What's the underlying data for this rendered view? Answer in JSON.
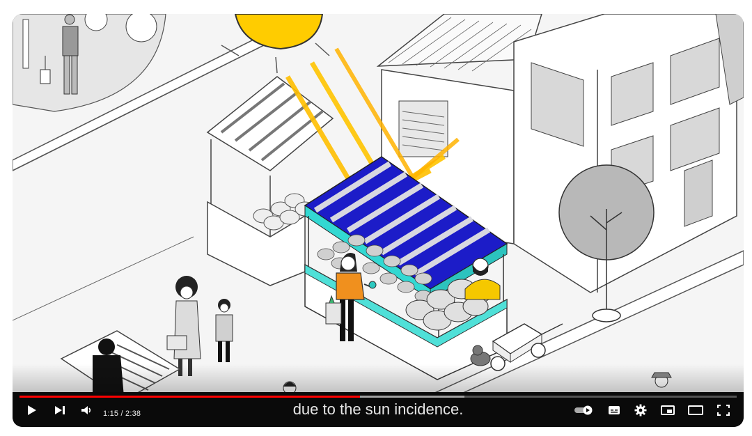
{
  "video": {
    "caption": "due to the sun incidence.",
    "current_time": "1:15",
    "duration": "2:38",
    "time_separator": " / ",
    "progress_fraction": 0.475,
    "buffered_fraction": 0.62
  },
  "controls": {
    "left": [
      "play-icon",
      "next-icon",
      "volume-icon"
    ],
    "right": [
      "autoplay-toggle-icon",
      "subtitles-icon",
      "settings-gear-icon",
      "miniplayer-icon",
      "theater-mode-icon",
      "fullscreen-icon"
    ]
  },
  "colors": {
    "progress_played": "#ff0000",
    "awning_blue": "#1818c8",
    "awning_teal": "#2fd6d0",
    "sun": "#ffcc00",
    "shirt_orange": "#f0901e"
  }
}
